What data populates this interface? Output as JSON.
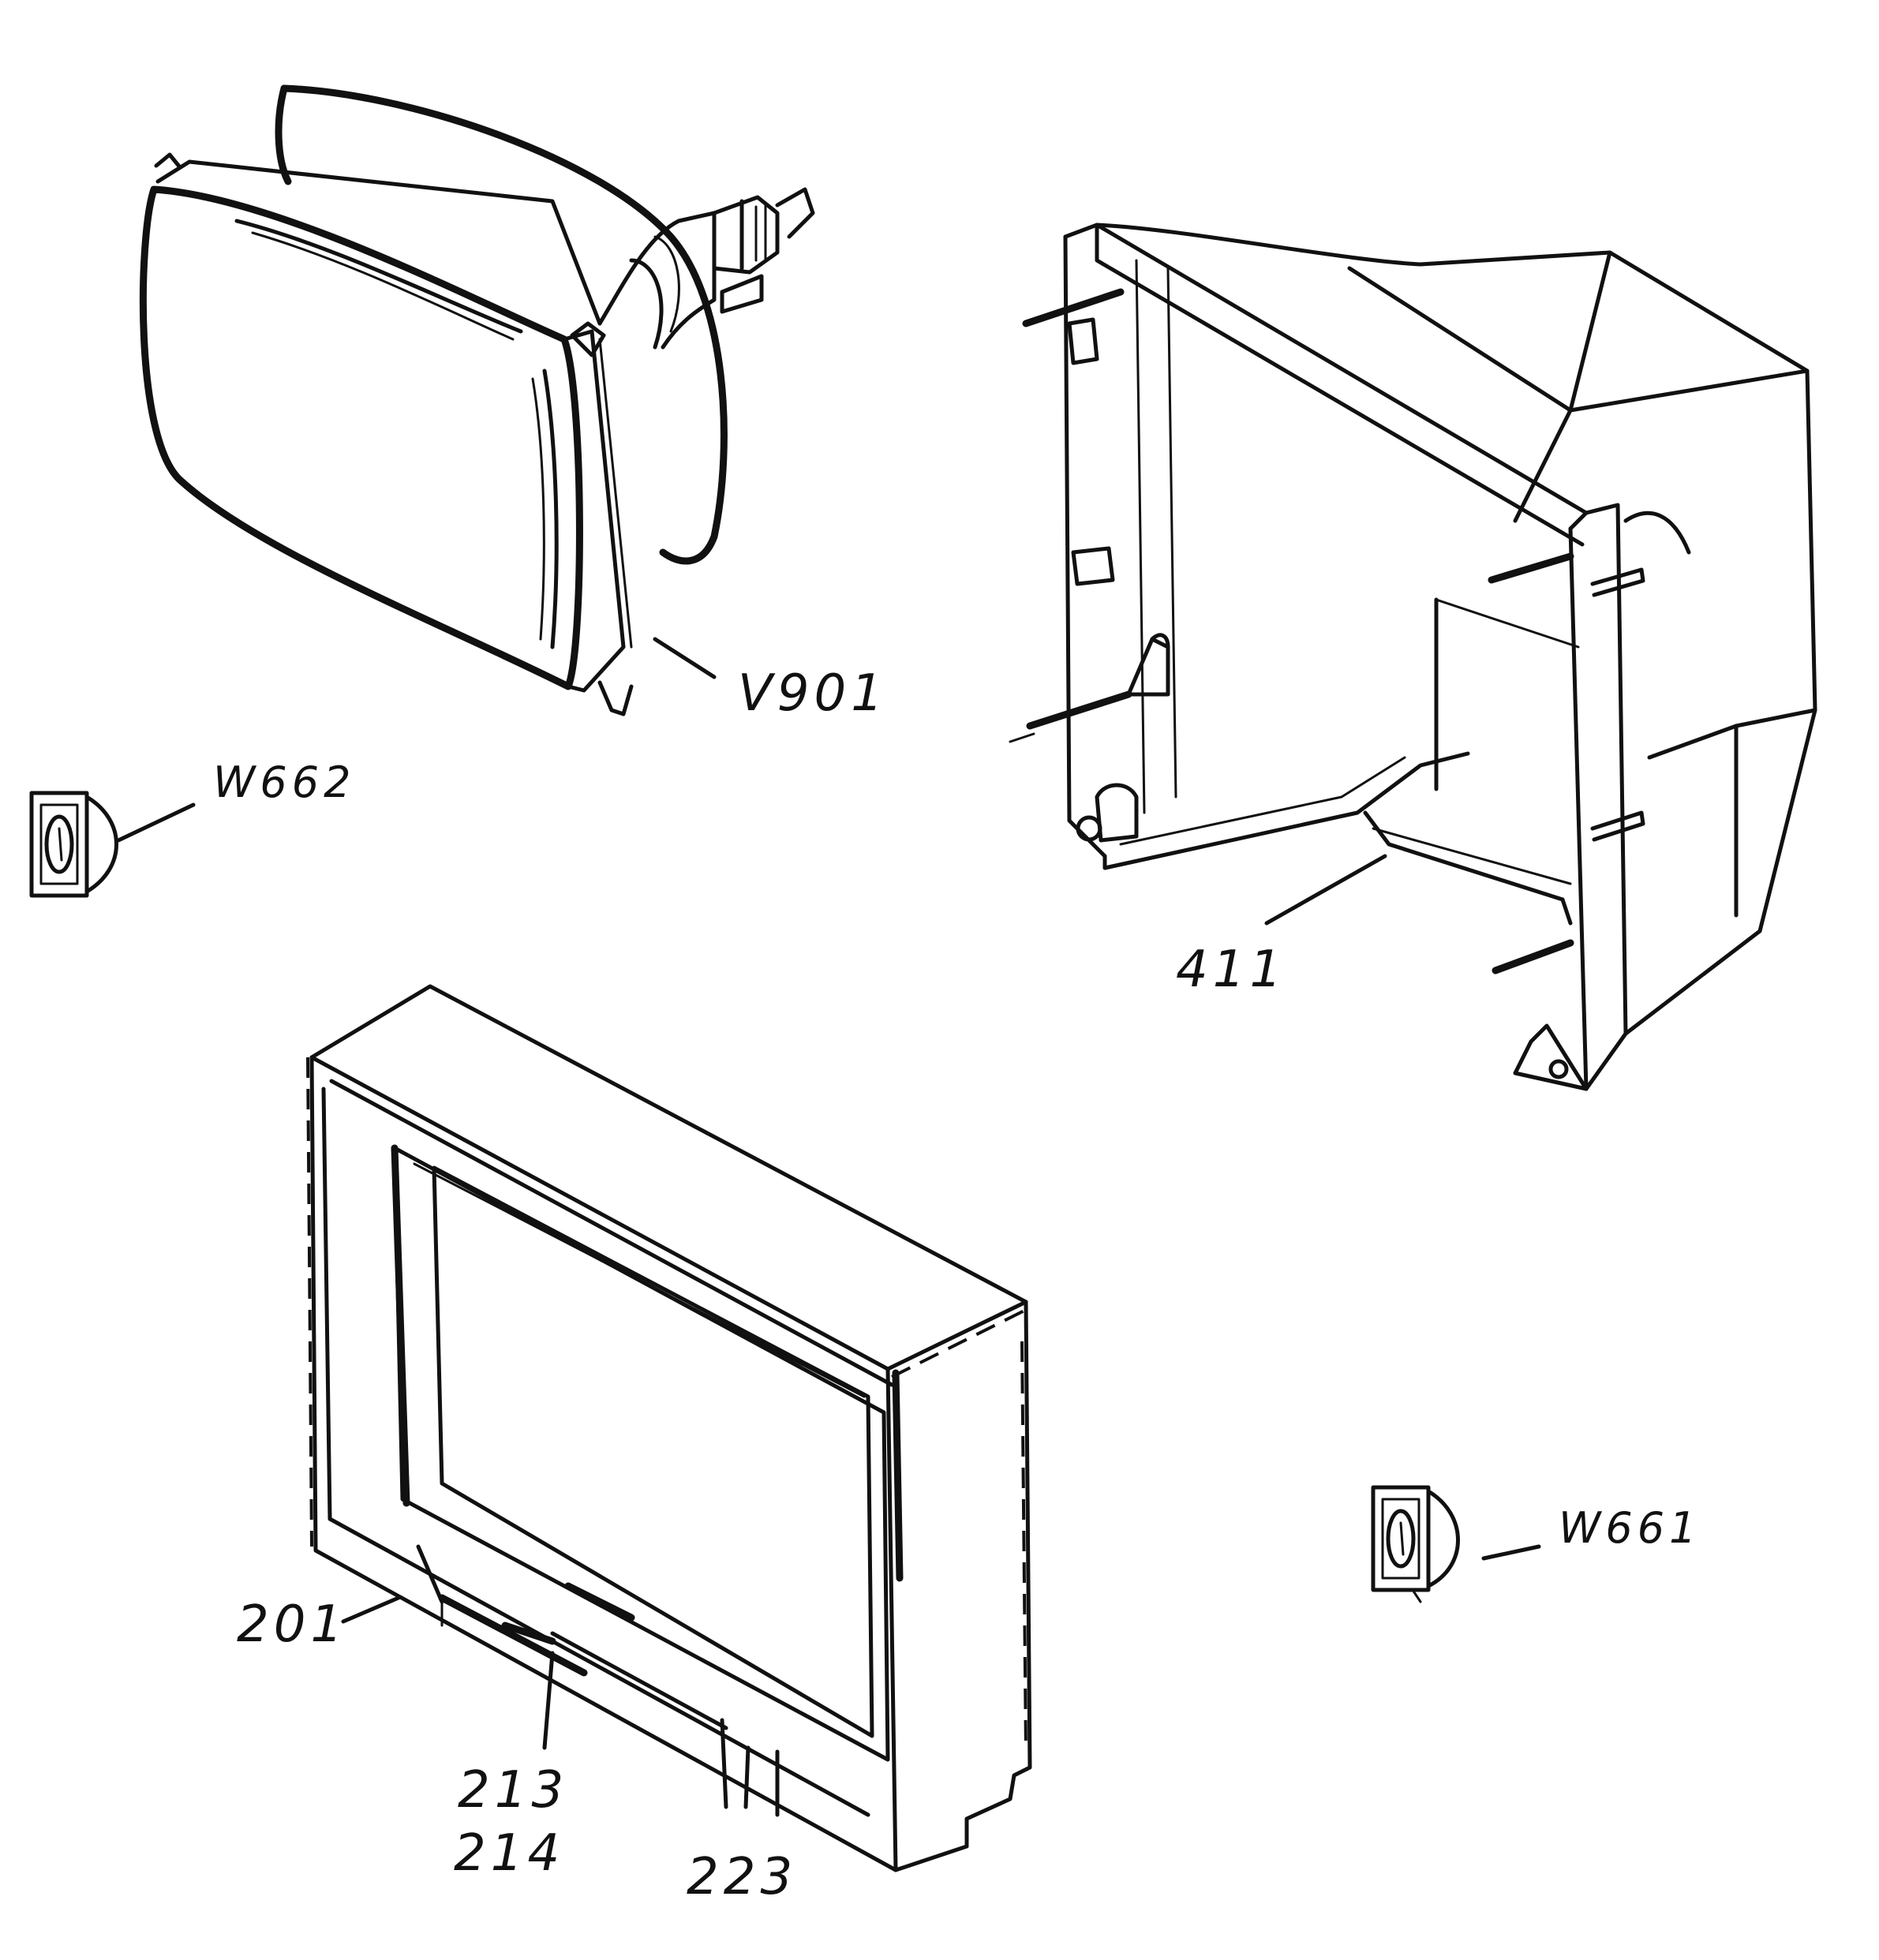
{
  "labels": {
    "crt": "V901",
    "speaker_left": "W662",
    "back_cabinet": "411",
    "speaker_right": "W661",
    "front_cabinet": "201",
    "part_213": "213",
    "part_214": "214",
    "part_223": "223"
  },
  "colors": {
    "ink": "#111111",
    "paper": "#ffffff"
  }
}
